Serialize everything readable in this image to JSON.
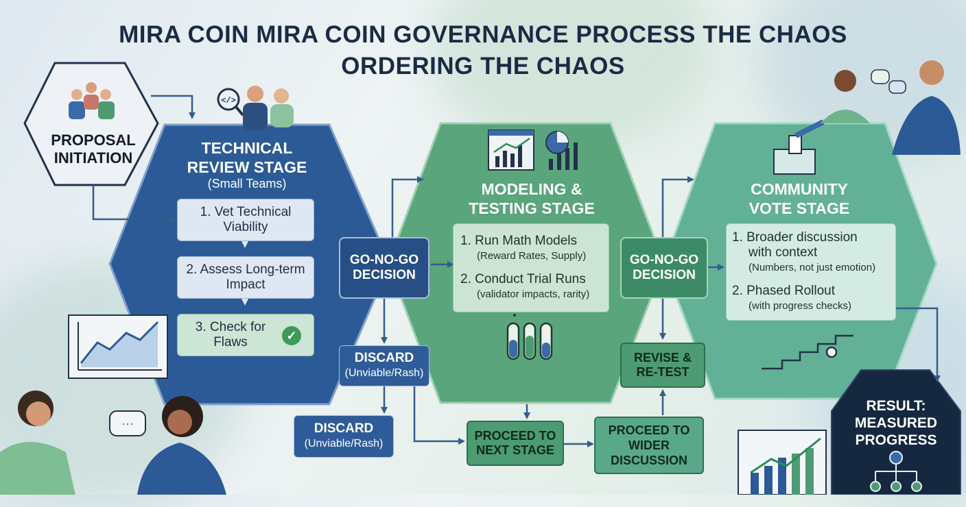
{
  "title": {
    "line1": "MIRA COIN MIRA COIN GOVERNANCE PROCESS THE CHAOS",
    "line2": "ORDERING THE CHAOS"
  },
  "proposal": {
    "label_line1": "PROPOSAL",
    "label_line2": "INITIATION"
  },
  "technical": {
    "title_line1": "TECHNICAL",
    "title_line2": "REVIEW STAGE",
    "subtitle": "(Small Teams)",
    "steps": [
      {
        "line1": "1. Vet Technical",
        "line2": "Viability"
      },
      {
        "line1": "2. Assess Long-term",
        "line2": "Impact"
      },
      {
        "line1": "3. Check for",
        "line2": "Flaws"
      }
    ]
  },
  "decision1": {
    "line1": "GO-NO-GO",
    "line2": "DECISION"
  },
  "discard1": {
    "title": "DISCARD",
    "note": "(Unviable/Rash)"
  },
  "discard2": {
    "title": "DISCARD",
    "note": "(Unviable/Rash)"
  },
  "modeling": {
    "title_line1": "MODELING &",
    "title_line2": "TESTING STAGE",
    "steps": [
      {
        "main": "1. Run Math Models",
        "note": "(Reward Rates, Supply)"
      },
      {
        "main": "2. Conduct Trial Runs",
        "note": "(validator impacts, rarity)"
      }
    ]
  },
  "decision2": {
    "line1": "GO-NO-GO",
    "line2": "DECISION"
  },
  "revise": {
    "line1": "REVISE &",
    "line2": "RE-TEST"
  },
  "proceed_next": {
    "line1": "PROCEED TO",
    "line2": "NEXT STAGE"
  },
  "proceed_wider": {
    "line1": "PROCEED TO",
    "line2": "WIDER",
    "line3": "DISCUSSION"
  },
  "community": {
    "title_line1": "COMMUNITY",
    "title_line2": "VOTE STAGE",
    "steps": [
      {
        "main1": "1. Broader discussion",
        "main2": "with context",
        "note": "(Numbers, not just emotion)"
      },
      {
        "main1": "2. Phased Rollout",
        "main2": "",
        "note": "(with progress checks)"
      }
    ]
  },
  "result": {
    "line1": "RESULT:",
    "line2": "MEASURED",
    "line3": "PROGRESS"
  },
  "colors": {
    "technical_blue": "#2c5a96",
    "modeling_green": "#5aa57c",
    "community_teal": "#62b197",
    "result_navy": "#16283f",
    "title_navy": "#1b2b45"
  },
  "icons": [
    "people-group-icon",
    "code-review-icon",
    "team-icon",
    "chart-icon",
    "pie-chart-icon",
    "test-tubes-icon",
    "ballot-box-icon",
    "stairs-icon",
    "line-chart-icon",
    "speech-bubble-icon",
    "checkmark-icon",
    "org-tree-icon"
  ]
}
